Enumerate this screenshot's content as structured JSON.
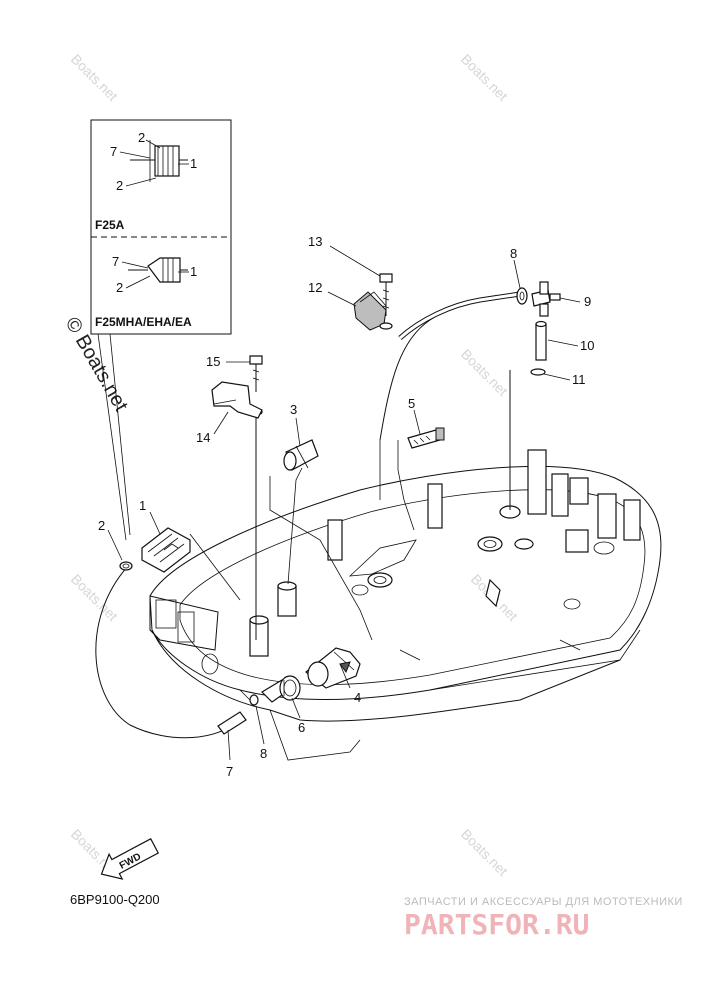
{
  "callouts": {
    "c1": "1",
    "c2": "2",
    "c3": "3",
    "c4": "4",
    "c5": "5",
    "c6": "6",
    "c7": "7",
    "c8": "8",
    "c9": "9",
    "c10": "10",
    "c11": "11",
    "c12": "12",
    "c13": "13",
    "c14": "14",
    "c15": "15"
  },
  "inset": {
    "top": {
      "model_label": "F25A",
      "callouts": [
        "7",
        "2",
        "1",
        "2"
      ]
    },
    "bottom": {
      "model_label": "F25MHA/EHA/EA",
      "callouts": [
        "7",
        "1",
        "2"
      ]
    }
  },
  "direction_arrow": "FWD",
  "ref_code": "6BP9100-Q200",
  "watermark": {
    "site": "Boats.net",
    "copyright_text": "© Boats.net"
  },
  "brand": {
    "tagline": "ЗАПЧАСТИ И АКСЕССУАРЫ ДЛЯ МОТОТЕХНИКИ",
    "name": "PARTSFOR.RU"
  }
}
